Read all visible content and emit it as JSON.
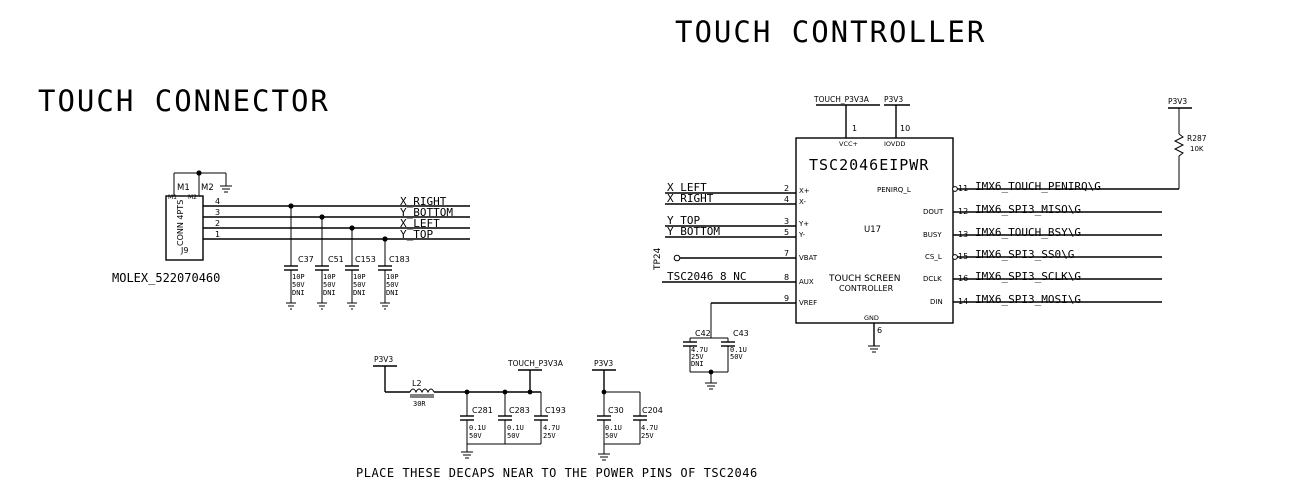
{
  "titles": {
    "controller": "TOUCH CONTROLLER",
    "connector": "TOUCH CONNECTOR"
  },
  "connector": {
    "ref": "J9",
    "value": "CONN 4PTS",
    "part": "MOLEX_522070460",
    "mount_pins": [
      "M1",
      "M2"
    ],
    "pins": [
      "4",
      "3",
      "2",
      "1"
    ],
    "nets": [
      "X_RIGHT",
      "Y_BOTTOM",
      "X_LEFT",
      "Y_TOP"
    ]
  },
  "connector_caps": [
    {
      "ref": "C37",
      "v1": "10P",
      "v2": "50V",
      "v3": "DNI"
    },
    {
      "ref": "C51",
      "v1": "10P",
      "v2": "50V",
      "v3": "DNI"
    },
    {
      "ref": "C153",
      "v1": "10P",
      "v2": "50V",
      "v3": "DNI"
    },
    {
      "ref": "C183",
      "v1": "10P",
      "v2": "50V",
      "v3": "DNI"
    }
  ],
  "ic": {
    "part": "TSC2046EIPWR",
    "ref": "U17",
    "desc1": "TOUCH SCREEN",
    "desc2": "CONTROLLER",
    "top_pins": [
      {
        "num": "1",
        "name": "VCC+",
        "net": "TOUCH_P3V3A"
      },
      {
        "num": "10",
        "name": "IOVDD",
        "net": "P3V3"
      }
    ],
    "gnd_pin": {
      "num": "6",
      "name": "GND"
    },
    "left_pins": [
      {
        "num": "2",
        "name": "X+",
        "net": "X_LEFT"
      },
      {
        "num": "4",
        "name": "X-",
        "net": "X_RIGHT"
      },
      {
        "num": "3",
        "name": "Y+",
        "net": "Y_TOP"
      },
      {
        "num": "5",
        "name": "Y-",
        "net": "Y_BOTTOM"
      },
      {
        "num": "7",
        "name": "VBAT",
        "net": ""
      },
      {
        "num": "8",
        "name": "AUX",
        "net": "TSC2046_8_NC"
      },
      {
        "num": "9",
        "name": "VREF",
        "net": ""
      }
    ],
    "right_pins": [
      {
        "num": "11",
        "name": "PENIRQ_L",
        "net": "IMX6_TOUCH_PENIRQ\\G"
      },
      {
        "num": "12",
        "name": "DOUT",
        "net": "IMX6_SPI3_MISO\\G"
      },
      {
        "num": "13",
        "name": "BUSY",
        "net": "IMX6_TOUCH_BSY\\G"
      },
      {
        "num": "15",
        "name": "CS_L",
        "net": "IMX6_SPI3_SS0\\G"
      },
      {
        "num": "16",
        "name": "DCLK",
        "net": "IMX6_SPI3_SCLK\\G"
      },
      {
        "num": "14",
        "name": "DIN",
        "net": "IMX6_SPI3_MOSI\\G"
      }
    ]
  },
  "testpoint": "TP24",
  "resistor": {
    "ref": "R287",
    "value": "10K",
    "net": "P3V3"
  },
  "vref_caps": [
    {
      "ref": "C42",
      "v1": "4.7U",
      "v2": "25V",
      "v3": "DNI"
    },
    {
      "ref": "C43",
      "v1": "0.1U",
      "v2": "50V",
      "v3": ""
    }
  ],
  "decaps": {
    "inductor": {
      "ref": "L2",
      "value": "30R"
    },
    "net_in": "P3V3",
    "net_out": "TOUCH_P3V3A",
    "net_p3v3": "P3V3",
    "group1": [
      {
        "ref": "C281",
        "v1": "0.1U",
        "v2": "50V"
      },
      {
        "ref": "C283",
        "v1": "0.1U",
        "v2": "50V"
      },
      {
        "ref": "C193",
        "v1": "4.7U",
        "v2": "25V"
      }
    ],
    "group2": [
      {
        "ref": "C30",
        "v1": "0.1U",
        "v2": "50V"
      },
      {
        "ref": "C204",
        "v1": "4.7U",
        "v2": "25V"
      }
    ],
    "note": "PLACE THESE DECAPS NEAR TO THE POWER PINS OF TSC2046"
  }
}
